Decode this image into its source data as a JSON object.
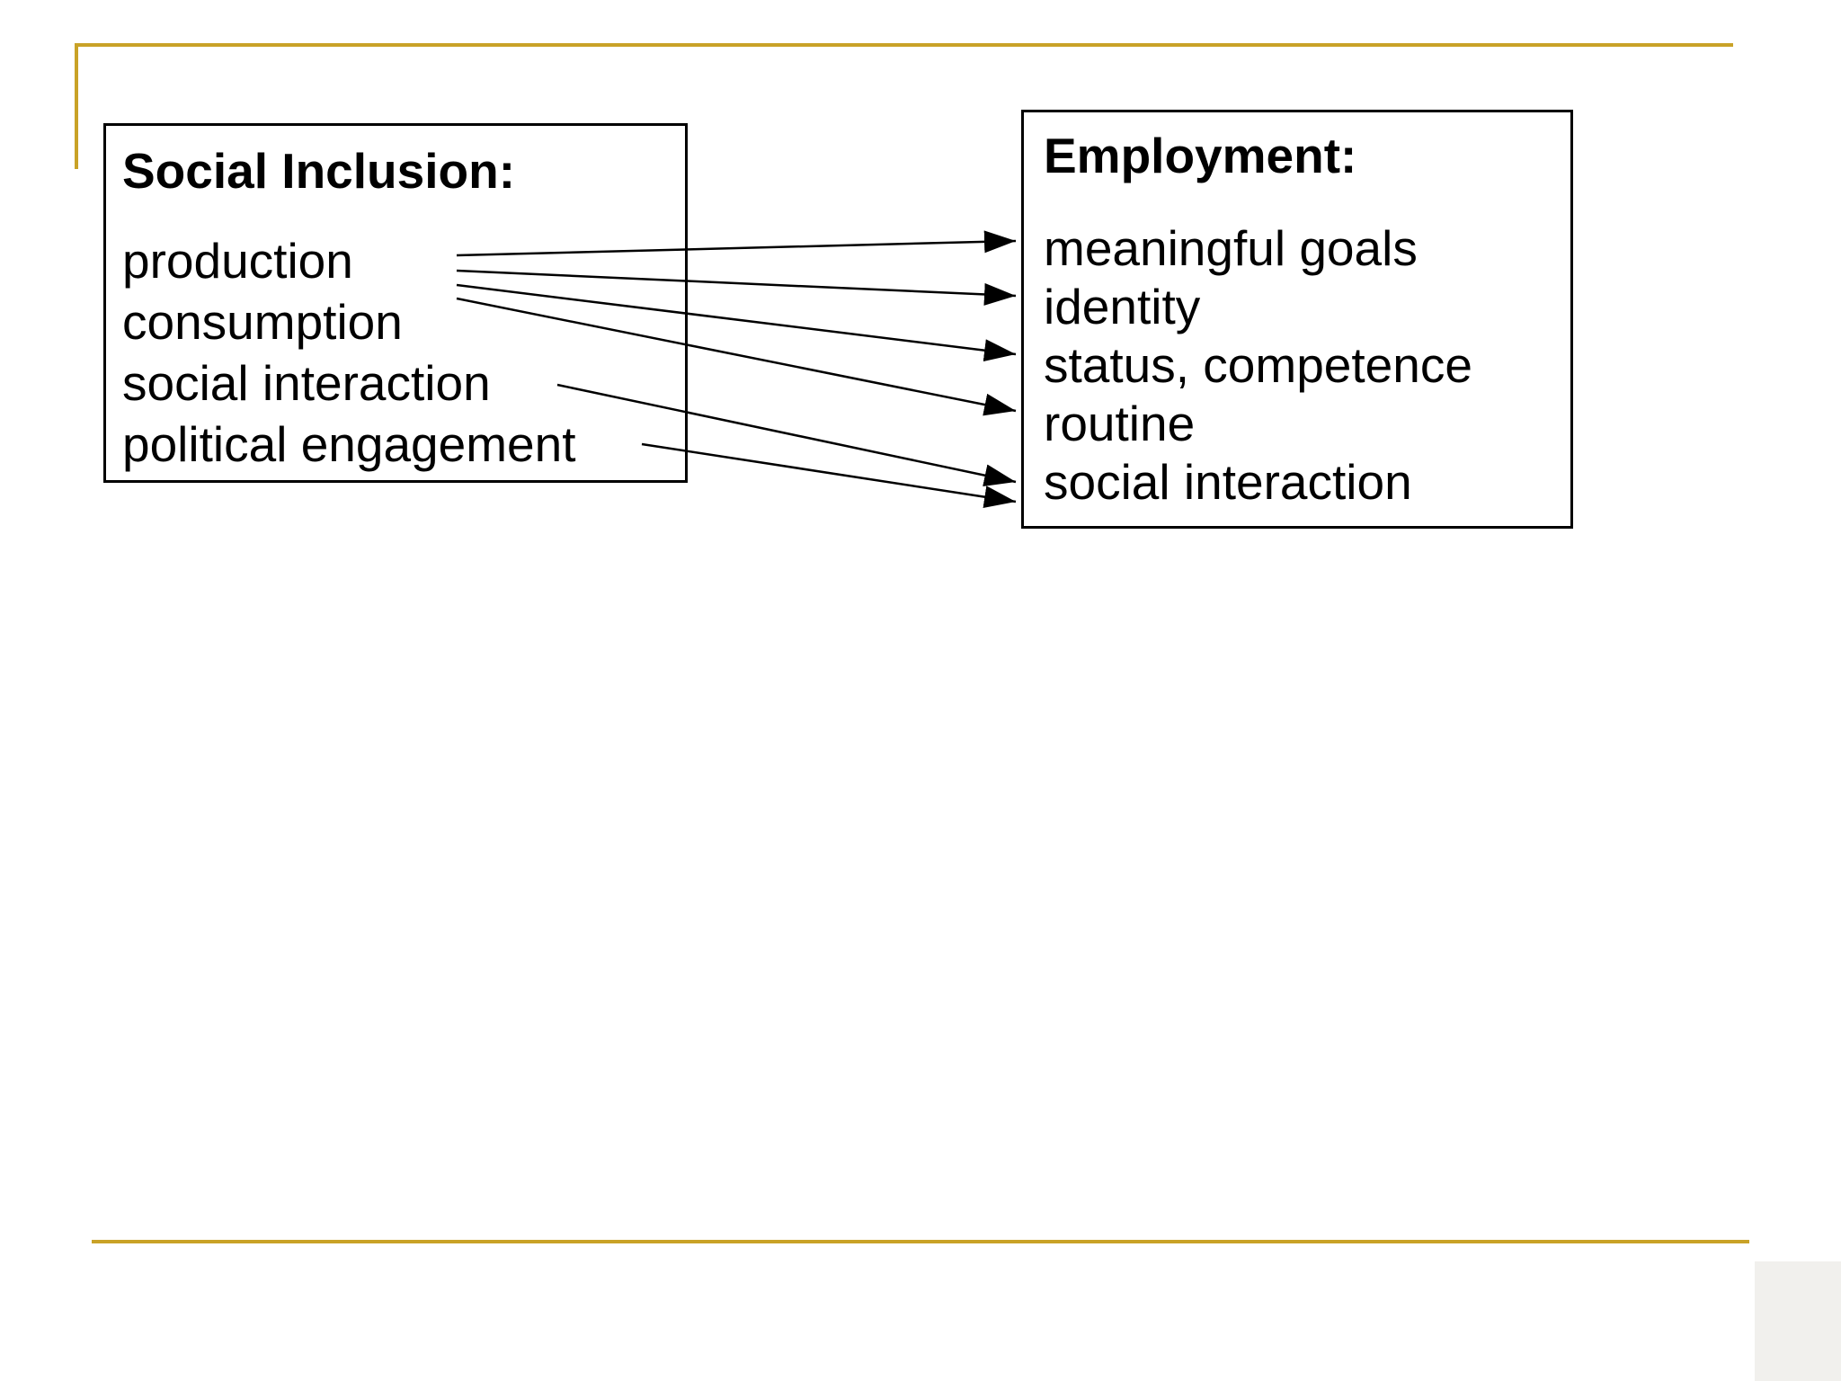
{
  "slide": {
    "background_color": "#FFFFFF",
    "accent_color": "#C9A227",
    "corner_square_color": "#F1F0ED"
  },
  "left_box": {
    "title": "Social Inclusion:",
    "items": [
      "production",
      "consumption",
      "social interaction",
      "political engagement"
    ]
  },
  "right_box": {
    "title": "Employment:",
    "items": [
      "meaningful goals",
      "identity",
      "status, competence",
      "routine",
      "social interaction"
    ]
  },
  "connections": [
    {
      "from": "production",
      "to": "meaningful goals"
    },
    {
      "from": "production",
      "to": "identity"
    },
    {
      "from": "production",
      "to": "status, competence"
    },
    {
      "from": "production",
      "to": "routine"
    },
    {
      "from": "social interaction",
      "to": "social interaction"
    },
    {
      "from": "political engagement",
      "to": "social interaction"
    }
  ]
}
